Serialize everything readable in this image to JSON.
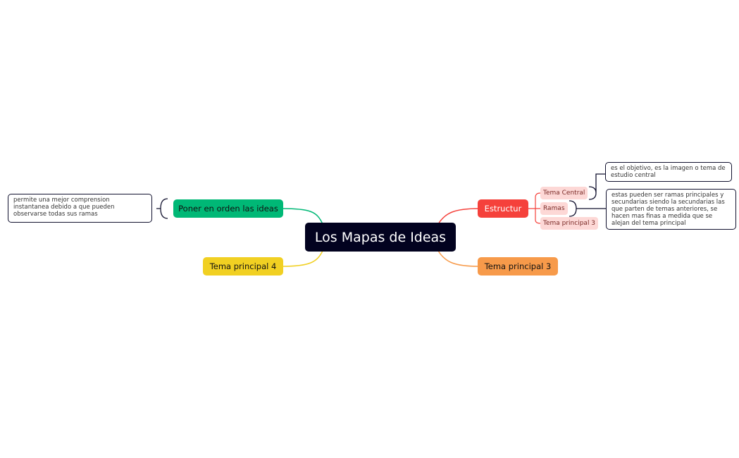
{
  "central": {
    "label": "Los Mapas de Ideas",
    "color": "#02021f"
  },
  "topics": [
    {
      "label": "Poner en orden las ideas",
      "color": "#00b876"
    },
    {
      "label": "Tema principal 4",
      "color": "#f1d022"
    },
    {
      "label": "Estructur",
      "color": "#f5413b"
    },
    {
      "label": "Tema principal 3",
      "color": "#f79a4a"
    }
  ],
  "subtopics": [
    "Tema Central",
    "Ramas",
    "Tema principal 3"
  ],
  "notes": {
    "orden": "permite una mejor comprension instantanea debido a que pueden observarse todas sus ramas",
    "tema_central": "es el objetivo, es la imagen o tema de estudio central",
    "ramas": "estas pueden ser ramas principales y secundarias siendo la secundarias las que parten de temas anteriores, se hacen mas finas a medida que se alejan del tema principal"
  }
}
